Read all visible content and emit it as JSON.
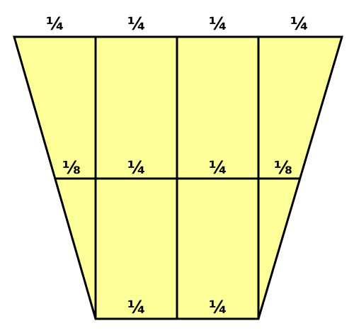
{
  "colors": {
    "fill": "#ffff99",
    "stroke": "#000000",
    "background": "#ffffff"
  },
  "labels": {
    "top": [
      "¼",
      "¼",
      "¼",
      "¼"
    ],
    "middle": [
      "⅛",
      "¼",
      "¼",
      "⅛"
    ],
    "bottom": [
      "¼",
      "¼"
    ]
  }
}
